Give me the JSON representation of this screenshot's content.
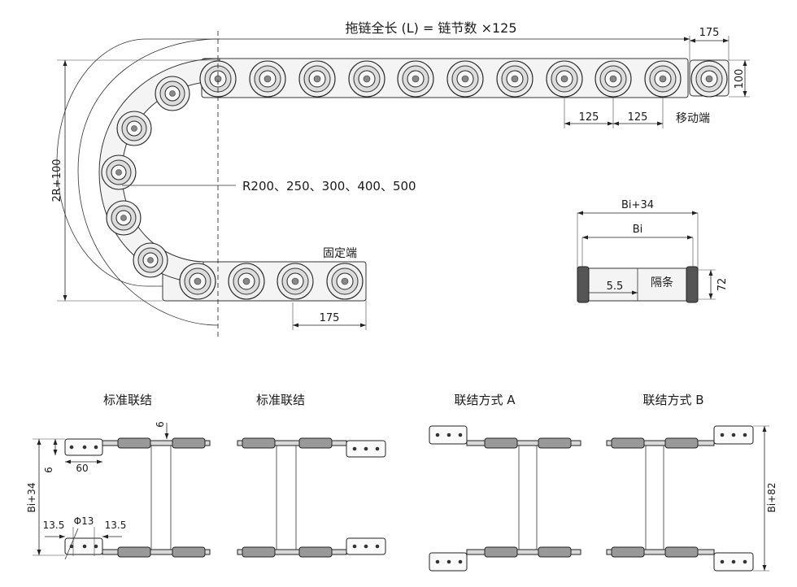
{
  "top": {
    "length_formula": "拖链全长 (L) = 链节数 ×125",
    "dim_175_top": "175",
    "dim_100": "100",
    "pitch_a": "125",
    "pitch_b": "125",
    "moving_end": "移动端",
    "radius_list": "R200、250、300、400、500",
    "height_label": "2R+100",
    "fixed_end": "固定端",
    "dim_175_bottom": "175"
  },
  "section": {
    "outer_width": "Bi+34",
    "inner_width": "Bi",
    "gap": "5.5",
    "separator": "隔条",
    "height": "72"
  },
  "connections": {
    "standard_1": {
      "title": "标准联结",
      "dim_6_top": "6",
      "dim_6_left": "6",
      "dim_60": "60",
      "width": "Bi+34",
      "hole_left": "13.5",
      "hole_dia": "Φ13",
      "hole_right": "13.5"
    },
    "standard_2": {
      "title": "标准联结"
    },
    "mode_a": {
      "title": "联结方式 A"
    },
    "mode_b": {
      "title": "联结方式 B",
      "width": "Bi+82"
    }
  }
}
